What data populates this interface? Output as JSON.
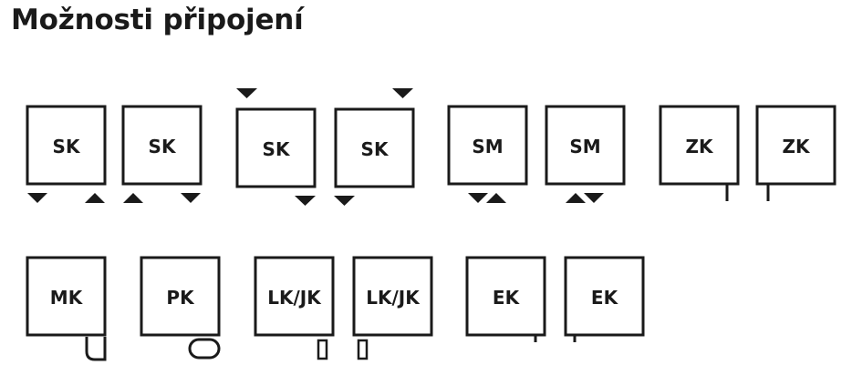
{
  "page": {
    "title": "Možnosti připojení"
  },
  "colors": {
    "ink": "#1a1a1a",
    "background": "#ffffff"
  },
  "connections": [
    {
      "label": "SK",
      "marker": "arrow-down-bottom-left-icon"
    },
    {
      "label": "SK",
      "marker": "arrow-up-bottom-left-icon"
    },
    {
      "label": "SK",
      "marker": "arrow-down-top-left-icon"
    },
    {
      "label": "SK",
      "marker": "arrow-down-bottom-left-icon"
    },
    {
      "label": "SM",
      "marker": "double-arrow-bottom-left-icon"
    },
    {
      "label": "SM",
      "marker": "double-arrow-bottom-left-icon"
    },
    {
      "label": "ZK",
      "marker": "pipe-bottom-right-icon"
    },
    {
      "label": "ZK",
      "marker": "pipe-bottom-left-icon"
    },
    {
      "label": "MK",
      "marker": "bracket-bottom-right-icon"
    },
    {
      "label": "PK",
      "marker": "oval-bottom-right-icon"
    },
    {
      "label": "LK/JK",
      "marker": "rect-bottom-right-icon"
    },
    {
      "label": "LK/JK",
      "marker": "rect-bottom-left-icon"
    },
    {
      "label": "EK",
      "marker": "stub-bottom-right-icon"
    },
    {
      "label": "EK",
      "marker": "stub-bottom-left-icon"
    }
  ]
}
